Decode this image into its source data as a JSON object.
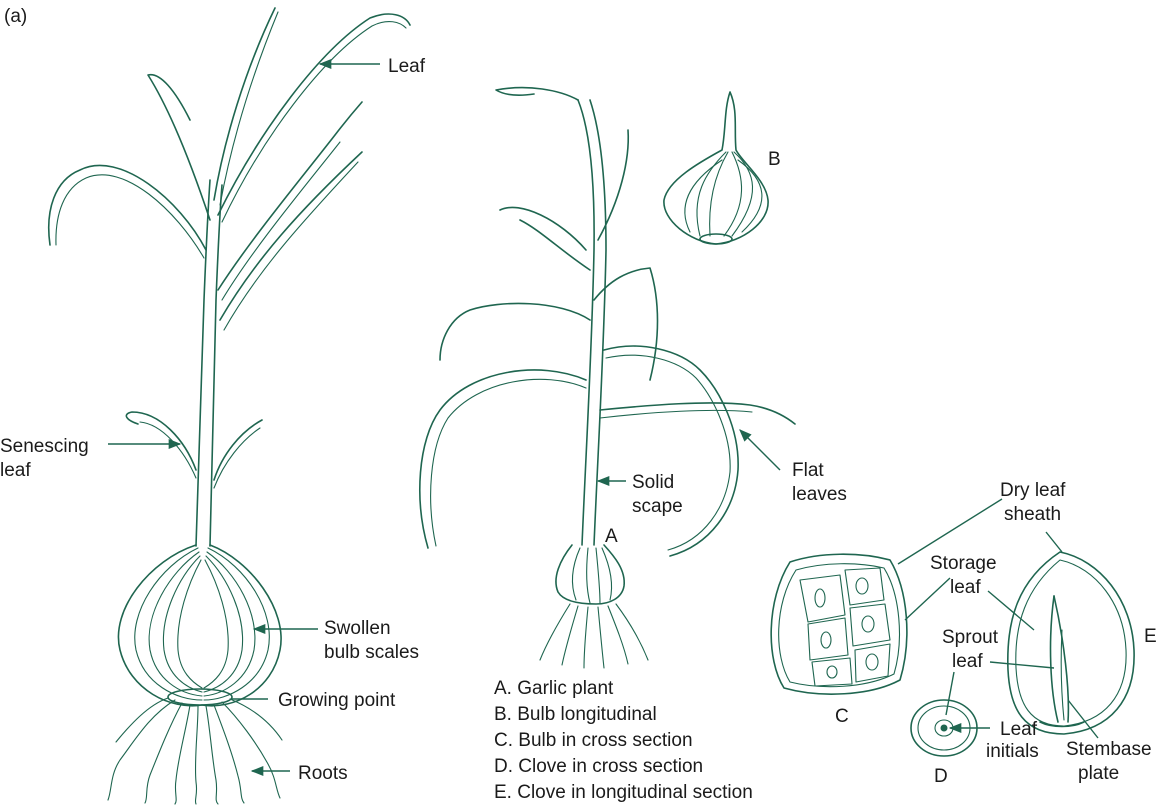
{
  "panel_label": "(a)",
  "labels": {
    "leaf": "Leaf",
    "senescing_leaf": [
      "Senescing",
      "leaf"
    ],
    "swollen_bulb_scales": [
      "Swollen",
      "bulb scales"
    ],
    "growing_point": "Growing point",
    "roots": "Roots",
    "solid_scape": [
      "Solid",
      "scape"
    ],
    "flat_leaves": [
      "Flat",
      "leaves"
    ],
    "figure_a": "A",
    "figure_b": "B",
    "figure_c": "C",
    "figure_d": "D",
    "figure_e": "E",
    "dry_leaf_sheath": [
      "Dry leaf",
      "sheath"
    ],
    "storage_leaf": [
      "Storage",
      "leaf"
    ],
    "sprout_leaf": [
      "Sprout",
      "leaf"
    ],
    "leaf_initials": [
      "Leaf",
      "initials"
    ],
    "stembase_plate": [
      "Stembase",
      "plate"
    ]
  },
  "legend": [
    "A. Garlic plant",
    "B. Bulb longitudinal",
    "C. Bulb in cross section",
    "D. Clove in cross section",
    "E. Clove in longitudinal section"
  ],
  "colors": {
    "ink": "#1f6650",
    "text": "#1b1b1b",
    "background": "#ffffff"
  }
}
